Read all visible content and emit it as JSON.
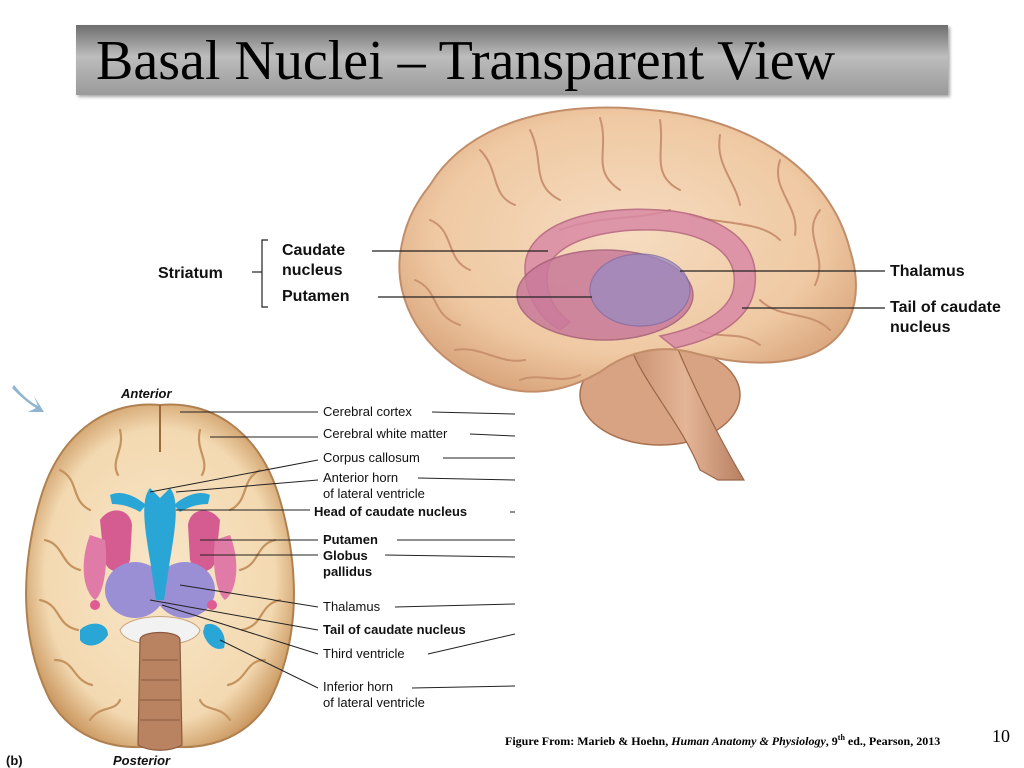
{
  "slide": {
    "title": "Basal Nuclei – Transparent View",
    "page_number": "10"
  },
  "citation": {
    "prefix": "Figure From: Marieb & Hoehn, ",
    "book": "Human Anatomy & Physiology",
    "sep": ", 9",
    "sup": "th",
    "rest": " ed., Pearson, 2013"
  },
  "lateral_view": {
    "labels": {
      "striatum": "Striatum",
      "caudate_1": "Caudate",
      "caudate_2": "nucleus",
      "putamen": "Putamen",
      "thalamus": "Thalamus",
      "tail_1": "Tail of caudate",
      "tail_2": "nucleus"
    }
  },
  "horizontal_view": {
    "anterior": "Anterior",
    "posterior": "Posterior",
    "panel": "(b)",
    "labels": {
      "cerebral_cortex": "Cerebral cortex",
      "cerebral_white_matter": "Cerebral white matter",
      "corpus_callosum": "Corpus callosum",
      "anterior_horn_1": "Anterior horn",
      "anterior_horn_2": "of lateral ventricle",
      "head_caudate": "Head of caudate nucleus",
      "putamen": "Putamen",
      "globus_1": "Globus",
      "globus_2": "pallidus",
      "thalamus": "Thalamus",
      "tail_caudate": "Tail of caudate nucleus",
      "third_ventricle": "Third ventricle",
      "inferior_horn_1": "Inferior horn",
      "inferior_horn_2": "of lateral ventricle"
    }
  }
}
